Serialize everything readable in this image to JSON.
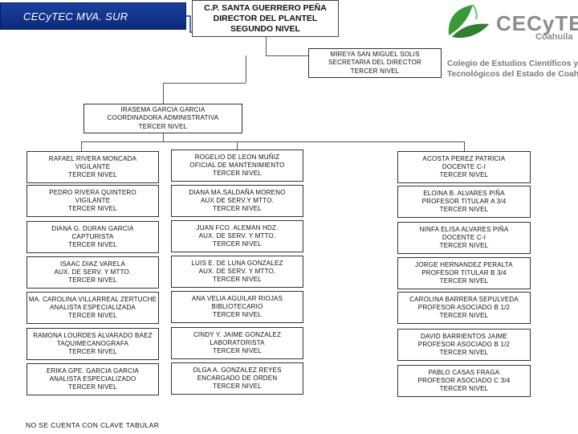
{
  "banner": "CECyTEC  MVA. SUR",
  "director": {
    "lines": [
      "C.P. SANTA GUERRERO PEÑA",
      "DIRECTOR DEL PLANTEL",
      "SEGUNDO NIVEL"
    ]
  },
  "secretary": {
    "lines": [
      "MIREYA SAN MIGUEL SOLIS",
      "SECRETARIA DEL DIRECTOR",
      "TERCER NIVEL"
    ]
  },
  "coordinator": {
    "lines": [
      "IRASEMA GARCIA GARCIA",
      "COORDINADORA ADMINISTRATIVA",
      "TERCER NIVEL"
    ]
  },
  "logo": {
    "name": "CECyTE",
    "region": "Coahuila",
    "subtitle": [
      "Colegio de Estudios Científicos y",
      "Tecnológicos del Estado de Coahuila"
    ],
    "colors": {
      "green": "#3a9a3a",
      "gray": "#8c8c8c"
    }
  },
  "columns": {
    "left": [
      [
        "RAFAEL RIVERA MONCADA",
        "VIGILANTE",
        "TERCER NIVEL"
      ],
      [
        "PEDRO RIVERA QUINTERO",
        "VIGILANTE",
        "TERCER NIVEL"
      ],
      [
        "DIANA G. DURAN GARCIA",
        "CAPTURISTA",
        "TERCER NIVEL"
      ],
      [
        "ISAAC DIAZ VARELA",
        "AUX. DE SERV. Y MTTO.",
        "TERCER NIVEL"
      ],
      [
        "MA. CAROLINA VILLARREAL  ZERTUCHE",
        "ANALISTA ESPECIALIZADA",
        "TERCER NIVEL"
      ],
      [
        "RAMONA LOURDES ALVARADO BAEZ",
        "TAQUIMECANOGRAFA",
        "TERCER NIVEL"
      ],
      [
        "ERIKA GPE. GARCIA GARCIA",
        "ANALISTA ESPECIALIZADO",
        "TERCER NIVEL"
      ]
    ],
    "middle": [
      [
        "ROGELIO DE LEON MUÑIZ",
        "OFICIAL DE MANTENIMIENTO",
        "TERCER NIVEL"
      ],
      [
        "DIANA MA.SALDAÑA MORENO",
        "AUX DE SERV.Y MTTO.",
        "TERCER NIVEL"
      ],
      [
        "JUAN FCO. ALEMAN HDZ.",
        "AUX. DE SERV. Y MTTO.",
        "TERCER NIVEL"
      ],
      [
        "LUIS E. DE LUNA GONZALEZ",
        "AUX. DE SERV. Y MTTO.",
        "TERCER NIVEL"
      ],
      [
        "ANA VELIA AGUILAR RIOJAS",
        "BIBLIOTECARIO",
        "TERCER NIVEL"
      ],
      [
        "CINDY Y. JAIME GONZALEZ",
        "LABORATORISTA",
        "TERCER NIVEL"
      ],
      [
        "OLGA A. GONZALEZ REYES",
        "ENCARGADO DE ORDEN",
        "TERCER NIVEL"
      ]
    ],
    "right": [
      [
        "ACOSTA PEREZ PATRICIA",
        "DOCENTE C-I",
        "TERCER NIVEL"
      ],
      [
        "ELOINA B. ALVARES PIÑA",
        "PROFESOR TITULAR A 3/4",
        "TERCER NIVEL"
      ],
      [
        "NINFA ELISA ALVARES PIÑA",
        "DOCENTE C-I",
        "TERCER NIVEL"
      ],
      [
        "JORGE HERNANDEZ PERALTA",
        "PROFESOR TITULAR B 3/4",
        "TERCER NIVEL"
      ],
      [
        "CAROLINA BARRERA SEPULVEDA",
        "PROFESOR ASOCIADO B 1/2",
        "TERCER NIVEL"
      ],
      [
        "DAVID BARRIENTOS JAIME",
        "PROFESOR ASOCIADO B 1/2",
        "TERCER NIVEL"
      ],
      [
        "PABLO CASAS FRAGA",
        "PROFESOR ASOCIADO C 3/4",
        "TERCER NIVEL"
      ]
    ]
  },
  "footnote": "NO SE CUENTA CON CLAVE TABULAR"
}
